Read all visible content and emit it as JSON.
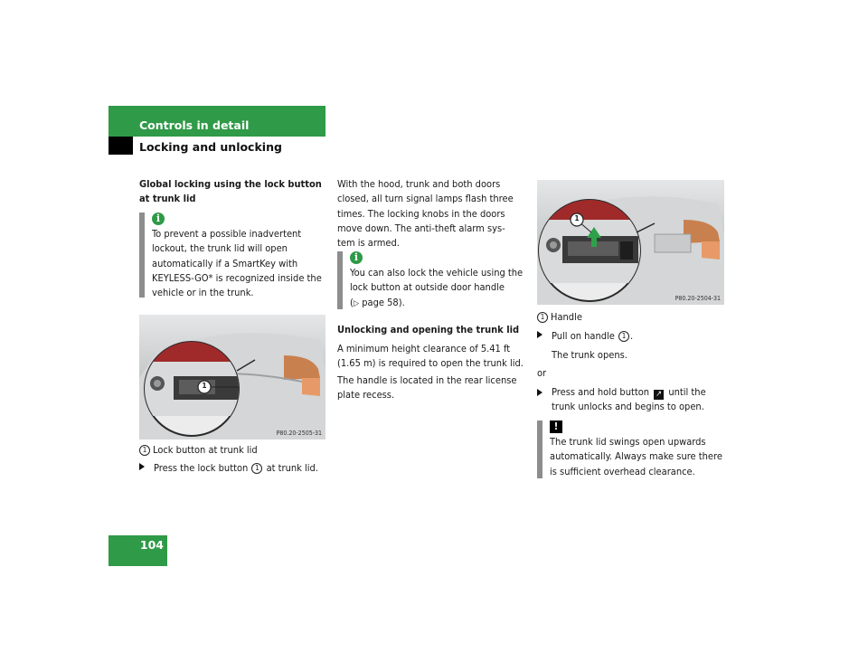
{
  "header": {
    "title": "Controls in detail",
    "subtitle": "Locking and unlocking"
  },
  "page_number": "104",
  "column1": {
    "heading": "Global locking using the lock button at trunk lid",
    "note": {
      "icon": "info-icon",
      "text": "To prevent a possible inadvertent lockout, the trunk lid will open automatically if a SmartKey with KEYLESS-GO* is recognized inside the vehicle or in the trunk."
    },
    "image": {
      "callout": "1",
      "code": "P80.20-2505-31"
    },
    "legend": {
      "num": "1",
      "text": "Lock button at trunk lid"
    },
    "step": {
      "before": "Press the lock button ",
      "num": "1",
      "after": " at trunk lid."
    }
  },
  "column2": {
    "para1": "With the hood, trunk and both doors closed, all turn signal lamps flash three times. The locking knobs in the doors move down. The anti-theft alarm system is armed.",
    "para1_lines": [
      "With the hood, trunk and both doors",
      "closed, all turn signal lamps flash three",
      "times. The locking knobs in the doors",
      "move down. The anti-theft alarm sys-",
      "tem is armed."
    ],
    "note": {
      "icon": "info-icon",
      "line1": "You can also lock the vehicle using the",
      "line2": "lock button at outside door handle",
      "ref_open": "(",
      "ref_arrow": "▷",
      "ref_text": " page 58)."
    },
    "heading2": "Unlocking and opening the trunk lid",
    "para2": "A minimum height clearance of 5.41 ft (1.65 m) is required to open the trunk lid.",
    "para3": "The handle is located in the rear license plate recess."
  },
  "column3": {
    "image": {
      "callout": "1",
      "code": "P80.20-2504-31"
    },
    "legend": {
      "num": "1",
      "text": "Handle"
    },
    "step1": {
      "before": "Pull on handle ",
      "num": "1",
      "after": "."
    },
    "result": "The trunk opens.",
    "or": "or",
    "step2": {
      "before": "Press and hold button ",
      "icon": "trunk-open-icon",
      "icon_glyph": "↗",
      "after": " until the trunk unlocks and begins to open."
    },
    "warning": {
      "icon": "warning-icon",
      "icon_glyph": "!",
      "text": "The trunk lid swings open upwards automatically. Always make sure there is sufficient overhead clearance."
    }
  },
  "info_icon_glyph": "i",
  "colors": {
    "accent": "#2f9a47",
    "note_bar": "#8d8d8d"
  }
}
